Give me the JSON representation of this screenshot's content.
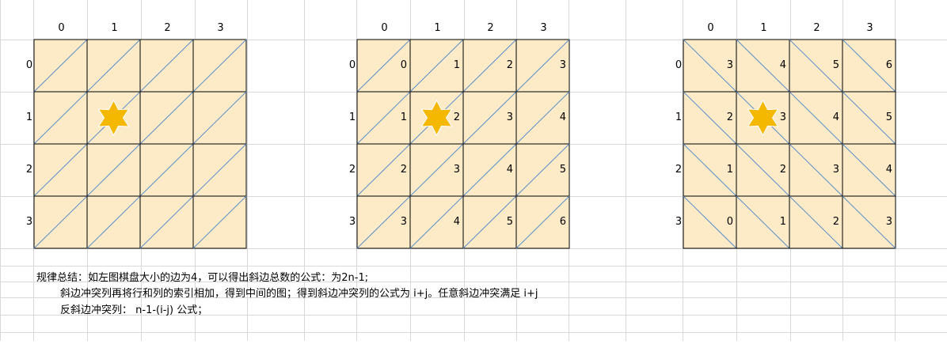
{
  "grids": [
    {
      "name": "grid-left",
      "col_headers": [
        "0",
        "1",
        "2",
        "3"
      ],
      "row_headers": [
        "0",
        "1",
        "2",
        "3"
      ],
      "diagonal": "slash",
      "cells": [
        [
          "",
          "",
          "",
          ""
        ],
        [
          "",
          "",
          "",
          ""
        ],
        [
          "",
          "",
          "",
          ""
        ],
        [
          "",
          "",
          "",
          ""
        ]
      ],
      "star": {
        "row": 1,
        "col": 1
      }
    },
    {
      "name": "grid-middle",
      "col_headers": [
        "0",
        "1",
        "2",
        "3"
      ],
      "row_headers": [
        "0",
        "1",
        "2",
        "3"
      ],
      "diagonal": "slash",
      "cells": [
        [
          "0",
          "1",
          "2",
          "3"
        ],
        [
          "1",
          "2",
          "3",
          "4"
        ],
        [
          "2",
          "3",
          "4",
          "5"
        ],
        [
          "3",
          "4",
          "5",
          "6"
        ]
      ],
      "star": {
        "row": 1,
        "col": 1
      }
    },
    {
      "name": "grid-right",
      "col_headers": [
        "0",
        "1",
        "2",
        "3"
      ],
      "row_headers": [
        "0",
        "1",
        "2",
        "3"
      ],
      "diagonal": "backslash",
      "cells": [
        [
          "3",
          "4",
          "5",
          "6"
        ],
        [
          "2",
          "3",
          "4",
          "5"
        ],
        [
          "1",
          "2",
          "3",
          "4"
        ],
        [
          "0",
          "1",
          "2",
          "3"
        ]
      ],
      "star": {
        "row": 1,
        "col": 1
      }
    }
  ],
  "notes": {
    "line1": "规律总结：如左图棋盘大小的边为4，可以得出斜边总数的公式：为2n-1;",
    "line2": "斜边冲突列再将行和列的索引相加，得到中间的图；得到斜边冲突列的公式为 i+j。任意斜边冲突满足 i+j",
    "line3": "反斜边冲突列： n-1-(i-j) 公式；"
  },
  "colors": {
    "cell_fill": "#fdebc8",
    "cell_border": "#000000",
    "diagonal": "#5b8ec9",
    "star": "#f5b800",
    "sheet_line": "#d9d9d9"
  }
}
